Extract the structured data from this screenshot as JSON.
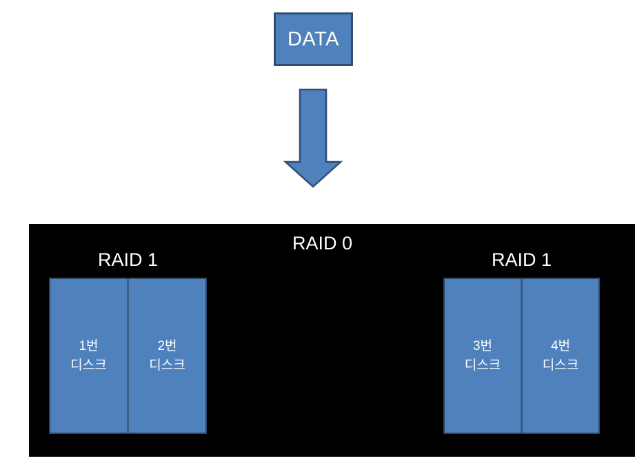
{
  "diagram": {
    "data_box": {
      "label": "DATA"
    },
    "arrow": {
      "icon": "down-arrow-icon"
    },
    "raid0_label": "RAID 0",
    "groups": [
      {
        "label": "RAID 1",
        "disks": [
          {
            "label": "1번\n디스크"
          },
          {
            "label": "2번\n디스크"
          }
        ]
      },
      {
        "label": "RAID 1",
        "disks": [
          {
            "label": "3번\n디스크"
          },
          {
            "label": "4번\n디스크"
          }
        ]
      }
    ],
    "colors": {
      "shape_fill": "#4F81BD",
      "shape_border": "#2F4E77",
      "panel_background": "#000000",
      "label_text": "#FFFFFF",
      "page_background": "#FFFFFF",
      "disk_outer_border": "#2B4467",
      "disk_divider": "#375C88"
    }
  }
}
